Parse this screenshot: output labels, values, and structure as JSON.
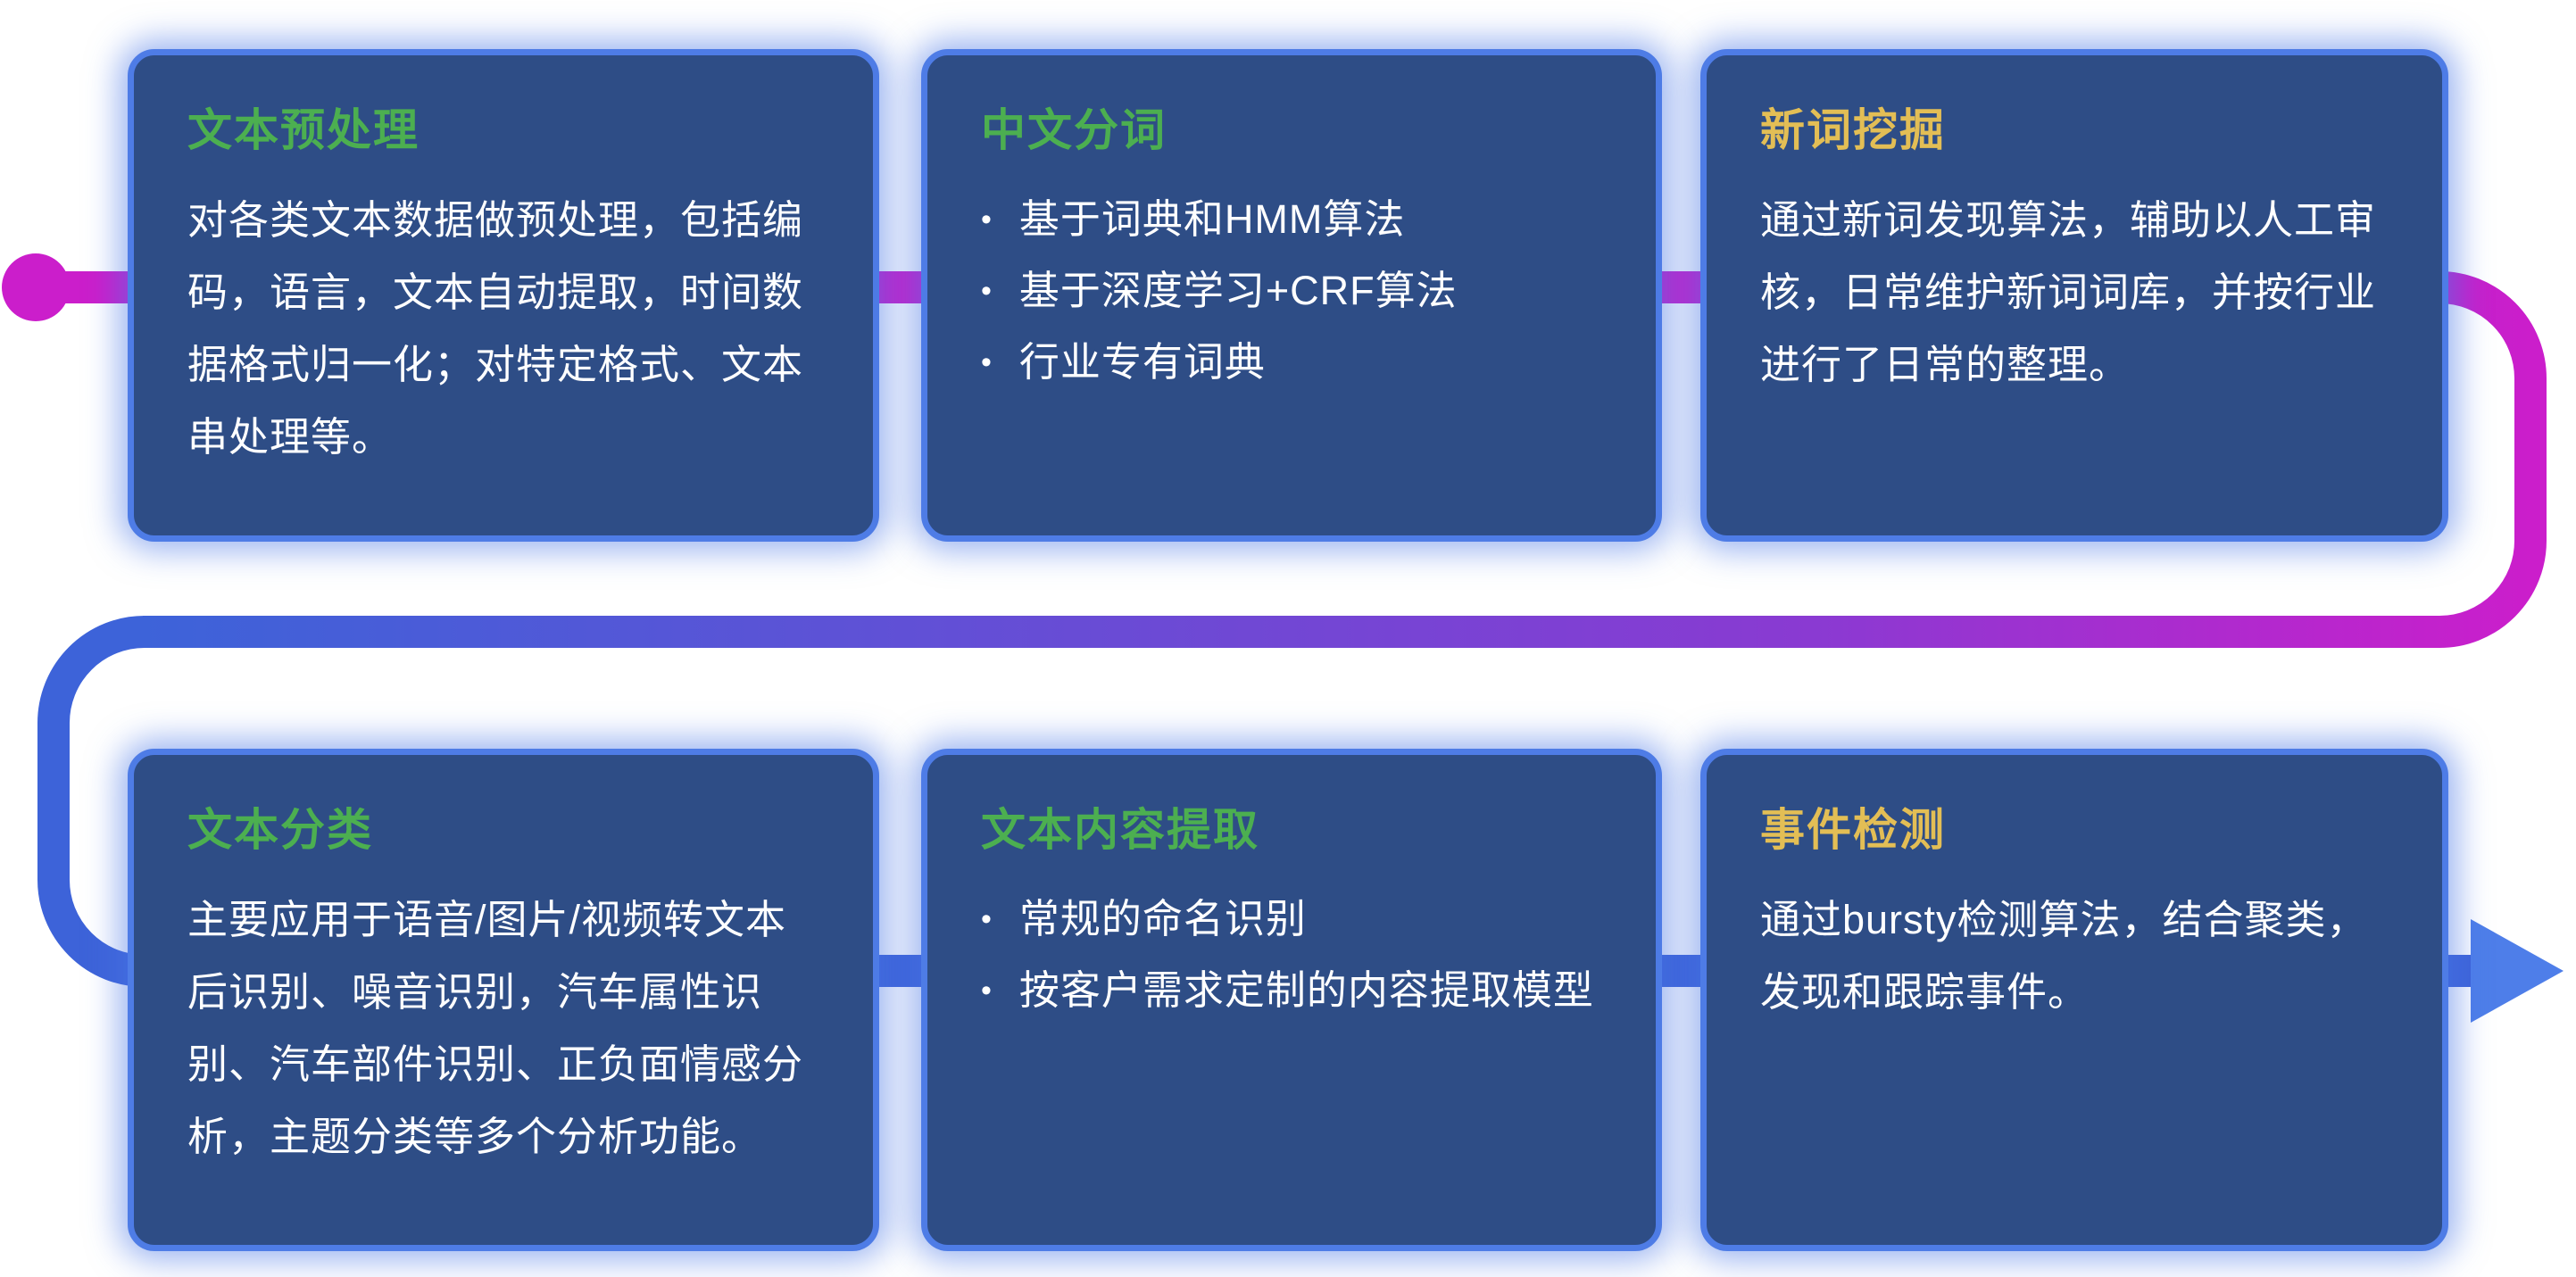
{
  "connector": {
    "magenta": "#cb1ecb",
    "purple": "#8a3ad2",
    "blue": "#3d63d9",
    "arrow": "#4e7ee9"
  },
  "colors": {
    "card_background": "#2e4d86",
    "card_border": "#4e7ce6",
    "title_green": "#4CAF50",
    "title_yellow": "#e3be55",
    "body_text": "#ffffff"
  },
  "cards": [
    {
      "title": "文本预处理",
      "title_color": "#4CAF50",
      "body": "对各类文本数据做预处理，包括编码，语言，文本自动提取，时间数据格式归一化；对特定格式、文本串处理等。"
    },
    {
      "title": "中文分词",
      "title_color": "#4CAF50",
      "bullets": [
        "基于词典和HMM算法",
        "基于深度学习+CRF算法",
        "行业专有词典"
      ],
      "bullet_char": "•"
    },
    {
      "title": "新词挖掘",
      "title_color": "#e3be55",
      "body": "通过新词发现算法，辅助以人工审核，日常维护新词词库，并按行业进行了日常的整理。"
    },
    {
      "title": "文本分类",
      "title_color": "#4CAF50",
      "body": "主要应用于语音/图片/视频转文本后识别、噪音识别，汽车属性识别、汽车部件识别、正负面情感分析，主题分类等多个分析功能。"
    },
    {
      "title": "文本内容提取",
      "title_color": "#4CAF50",
      "bullets": [
        "常规的命名识别",
        "按客户需求定制的内容提取模型"
      ],
      "bullet_char": "•"
    },
    {
      "title": "事件检测",
      "title_color": "#e3be55",
      "body": "通过bursty检测算法，结合聚类，发现和跟踪事件。"
    }
  ]
}
